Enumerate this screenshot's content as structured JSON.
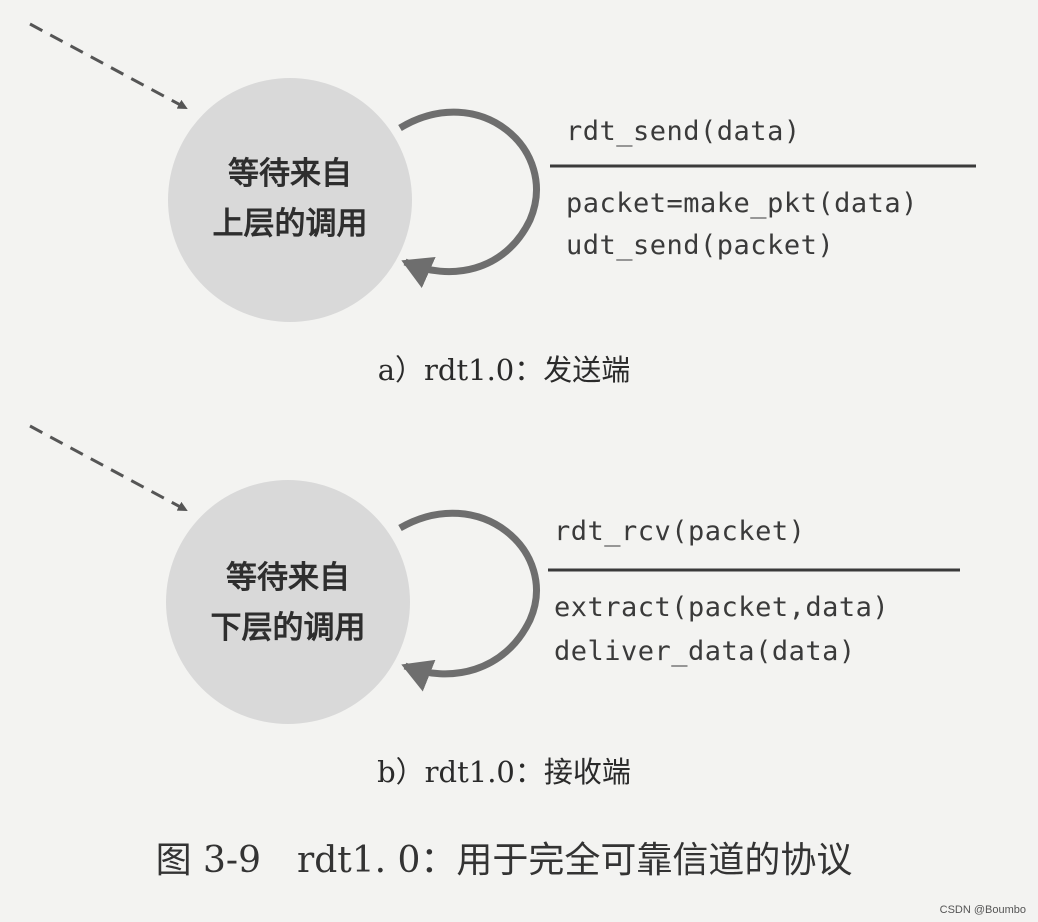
{
  "sender": {
    "state_line1": "等待来自",
    "state_line2": "上层的调用",
    "event": "rdt_send(data)",
    "actions": [
      "packet=make_pkt(data)",
      "udt_send(packet)"
    ],
    "caption": "a）rdt1.0：发送端"
  },
  "receiver": {
    "state_line1": "等待来自",
    "state_line2": "下层的调用",
    "event": "rdt_rcv(packet)",
    "actions": [
      "extract(packet,data)",
      "deliver_data(data)"
    ],
    "caption": "b）rdt1.0：接收端"
  },
  "figure_caption": "图 3-9　rdt1. 0：用于完全可靠信道的协议",
  "watermark": "CSDN @Boumbo",
  "colors": {
    "state_fill": "#d9d9d9",
    "arrow": "#6e6e6e",
    "line": "#3a3a3a"
  }
}
